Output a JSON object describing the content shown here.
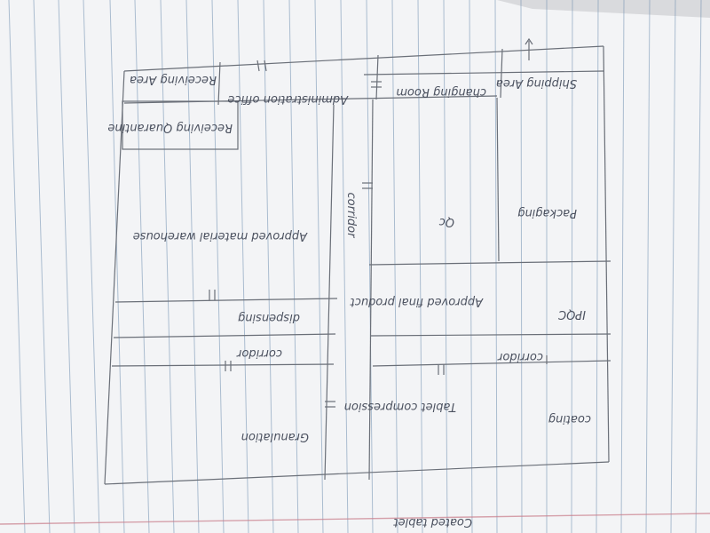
{
  "diagram": {
    "labels": {
      "shipping_area": "Shipping Area",
      "changing_room": "changing Room",
      "administration_office": "Administration office",
      "receiving_area": "Receiving Area",
      "receiving_quarantine": "Receiving Quarantine",
      "approved_material_warehouse": "Approved material warehouse",
      "packaging": "Packaging",
      "qc": "Qc",
      "ipqc": "IPQC",
      "approved_final_product": "Approved final product",
      "corridor_main": "corridor",
      "corridor_left": "corridor",
      "corridor_right": "corridor",
      "dispensing": "dispensing",
      "coating": "coating",
      "tablet_compression": "Tablet compression",
      "granulation": "Granulation",
      "coated_tablet": "Coated tablet"
    }
  },
  "colors": {
    "paper": "#f4f5f7",
    "ink": "#4c5260",
    "rule": "#6f8fb0",
    "margin": "#c97d8a"
  }
}
